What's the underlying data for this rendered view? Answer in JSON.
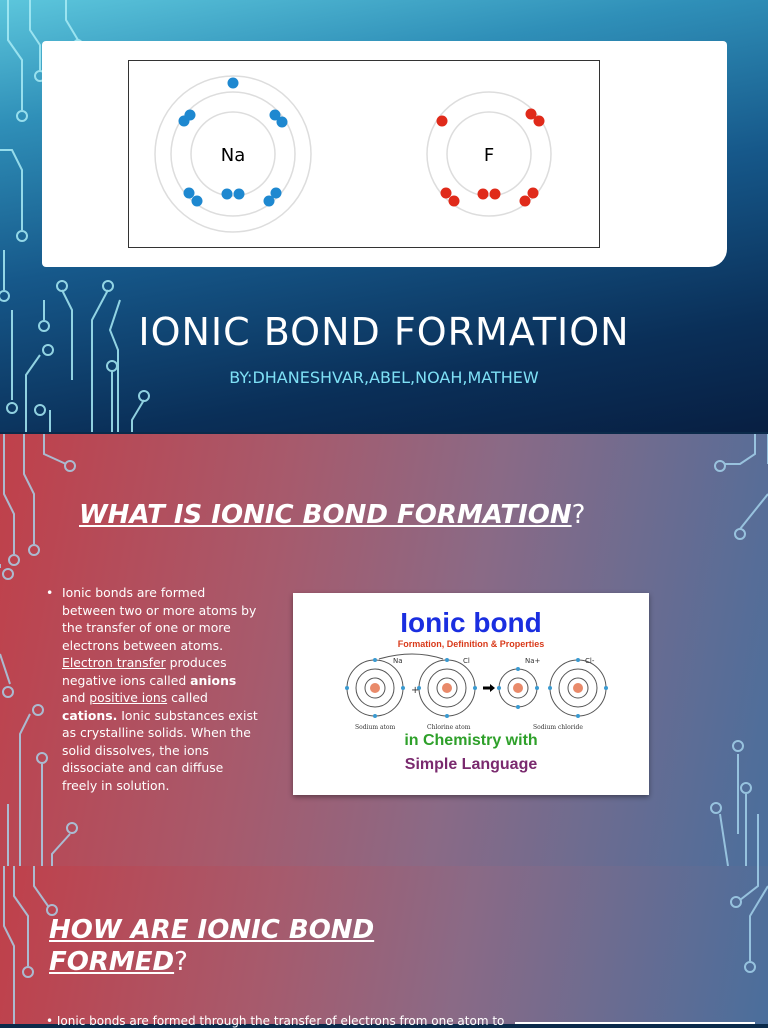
{
  "slide1": {
    "atoms": [
      {
        "symbol": "Na",
        "color": "#1e88d0"
      },
      {
        "symbol": "F",
        "color": "#e02a1a"
      }
    ],
    "title": "IONIC BOND FORMATION",
    "byline": "BY:DHANESHVAR,ABEL,NOAH,MATHEW"
  },
  "slide2": {
    "heading": "WHAT IS IONIC BOND FORMATION",
    "heading_suffix": "?",
    "bullet_symbol": "•",
    "body": {
      "p1": "Ionic bonds are formed between two or more atoms by the transfer of one or more electrons between atoms. ",
      "link1": "Electron transfer",
      "p2": " produces negative ions called ",
      "b1": "anions",
      "p3": " and ",
      "link2": "positive ions",
      "p4": " called ",
      "b2": "cations.",
      "p5": " Ionic substances exist as crystalline solids. When the solid dissolves, the ions dissociate and can diffuse freely in solution."
    },
    "image": {
      "title": "Ionic bond",
      "subtitle": "Formation, Definition & Properties",
      "line1": "in Chemistry with",
      "line2": "Simple Language",
      "diagram_labels": {
        "na": "Na",
        "cl": "Cl",
        "na_ion": "Na+",
        "cl_ion": "Cl-",
        "plus": "+",
        "sodium_atom": "Sodium atom",
        "chlorine_atom": "Chlorine atom",
        "sodium_chloride": "Sodium chloride"
      }
    }
  },
  "slide3": {
    "heading": "HOW ARE IONIC BOND FORMED",
    "heading_suffix": "?",
    "cut_text": "• Ionic bonds are formed through the transfer of electrons from one atom to"
  },
  "colors": {
    "na_electron": "#1e88d0",
    "f_electron": "#e02a1a",
    "byline": "#7ee0f5",
    "image_title": "#1a2ee0"
  }
}
